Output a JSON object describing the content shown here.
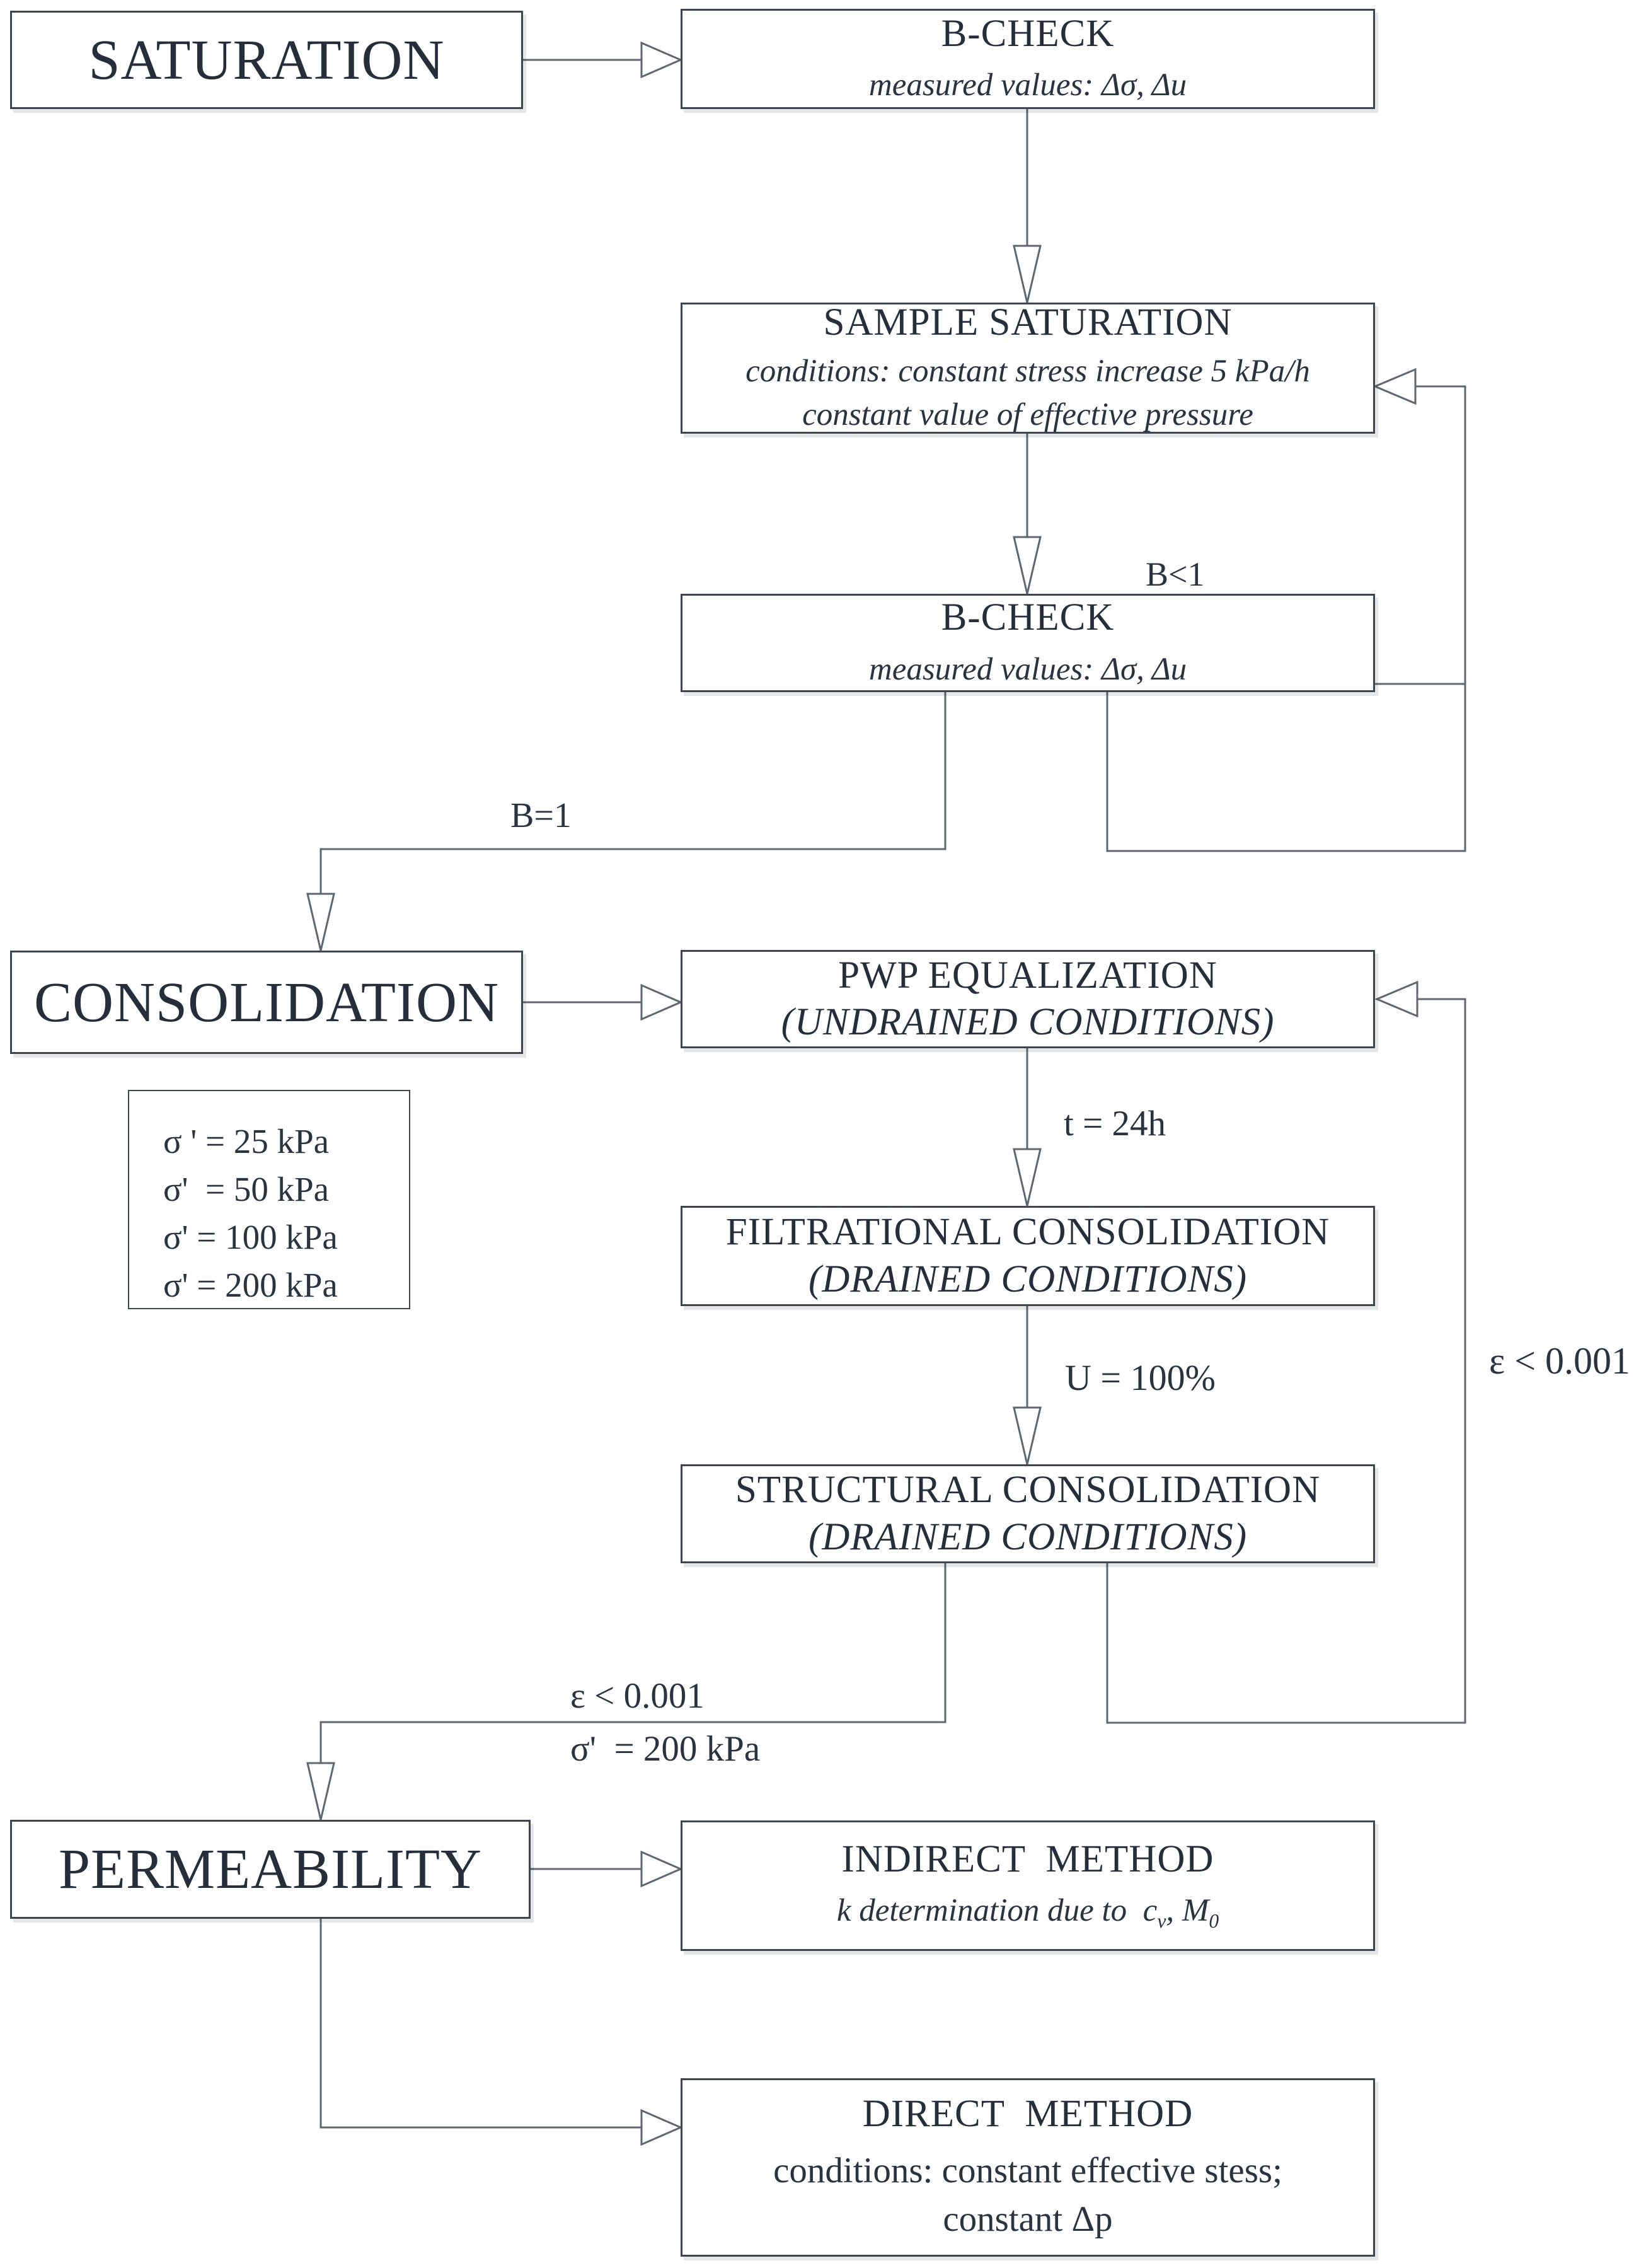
{
  "page": {
    "background": "#ffffff",
    "ink_color": "#2b3340",
    "line_color": "#5f6670"
  },
  "stages": {
    "saturation": {
      "label": "SATURATION"
    },
    "consolidation": {
      "label": "CONSOLIDATION"
    },
    "permeability": {
      "label": "PERMEABILITY"
    }
  },
  "boxes": {
    "b_check_1": {
      "title": "B-CHECK",
      "subtitle": "measured values: Δσ, Δu"
    },
    "sample_saturation": {
      "title": "SAMPLE SATURATION",
      "line1": "conditions: constant stress increase 5 kPa/h",
      "line2": "constant value of effective pressure"
    },
    "b_check_2": {
      "title": "B-CHECK",
      "subtitle": "measured values: Δσ, Δu"
    },
    "pwp_equalization": {
      "title": "PWP EQUALIZATION",
      "subtitle": "(UNDRAINED CONDITIONS)"
    },
    "filtrational_consolidation": {
      "title": "FILTRATIONAL CONSOLIDATION",
      "subtitle": "(DRAINED CONDITIONS)"
    },
    "structural_consolidation": {
      "title": "STRUCTURAL CONSOLIDATION",
      "subtitle": "(DRAINED CONDITIONS)"
    },
    "indirect_method": {
      "title": "INDIRECT  METHOD",
      "k_prefix": "k determination due to  c",
      "sub_v": "v",
      "k_mid": ", M",
      "sub_0": "0"
    },
    "direct_method": {
      "title": "DIRECT  METHOD",
      "line1": "conditions: constant effective stess;",
      "line2": "constant Δp"
    }
  },
  "sigma_box": {
    "lines": [
      "σ ' = 25 kPa",
      "σ'  = 50 kPa",
      "σ' = 100 kPa",
      "σ' = 200 kPa"
    ]
  },
  "edge_labels": {
    "b_lt_1": "B<1",
    "b_eq_1": "B=1",
    "t_24h": "t = 24h",
    "u_100": "U = 100%",
    "eps_feedback": "ε < 0.001",
    "eps_exit": "ε < 0.001",
    "sigma_exit": "σ'  = 200 kPa"
  }
}
